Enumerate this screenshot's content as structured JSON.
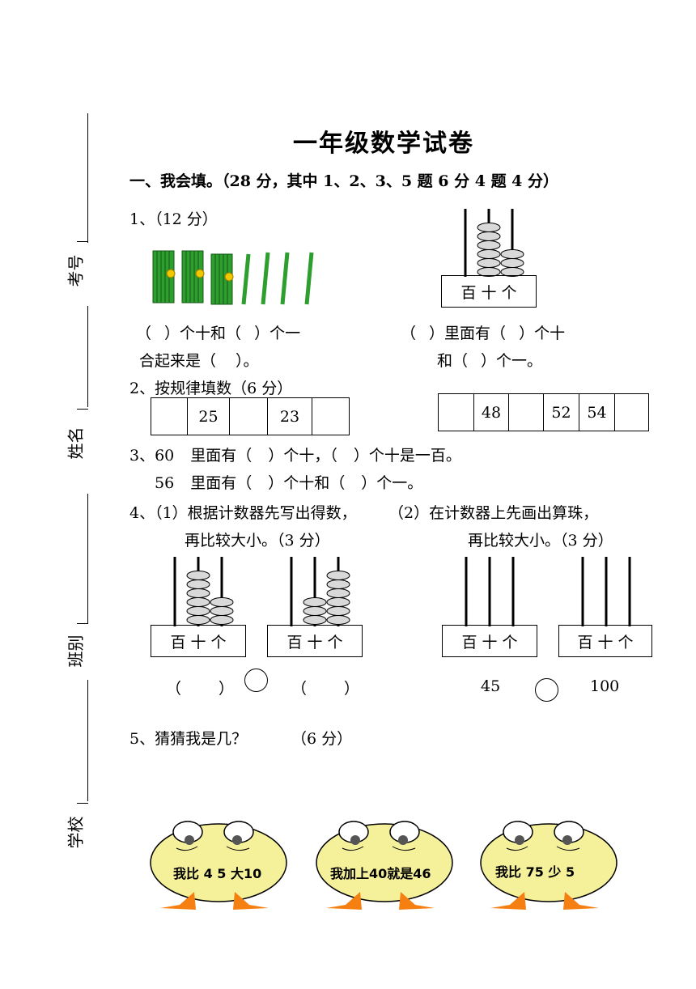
{
  "side": {
    "exam_no": "考号",
    "name": "姓名",
    "class": "班别",
    "school": "学校"
  },
  "title": "一年级数学试卷",
  "section1": {
    "heading": "一、我会填。（28 分，其中 1、2、3、5 题 6 分 4 题 4 分）"
  },
  "q1": {
    "label": "1、（12 分）",
    "left_line1": "（ ）个十和（ ）个一",
    "left_line2": "合起来是（ ）。",
    "right_line1": "（ ）里面有（ ）个十",
    "right_line2": "和（ ）个一。",
    "abacus_labels": "百 十 个",
    "abacus_beads": {
      "hundreds": 0,
      "tens": 6,
      "ones": 3
    }
  },
  "q2": {
    "label": "2、按规律填数（6 分）",
    "row1": [
      "",
      "25",
      "",
      "23",
      ""
    ],
    "row2": [
      "",
      "48",
      "",
      "52",
      "54",
      ""
    ]
  },
  "q3": {
    "line1": "3、60 里面有（ ）个十，（ ）个十是一百。",
    "line2": "56 里面有（ ）个十和（ ）个一。"
  },
  "q4": {
    "line1_left": "4、（1）根据计数器先写出得数，",
    "line2_left": "再比较大小。（3 分）",
    "line1_right": "（2）在计数器上先画出算珠，",
    "line2_right": "再比较大小。（3 分）",
    "abacus_labels": "百 十 个",
    "blank_paren": "（ ）",
    "compare_left": "45",
    "compare_right": "100",
    "abacus_a_beads": {
      "hundreds": 0,
      "tens": 6,
      "ones": 3
    },
    "abacus_b_beads": {
      "hundreds": 0,
      "tens": 3,
      "ones": 6
    }
  },
  "q5": {
    "label": "5、猜猜我是几？",
    "points": "（6 分）",
    "clue1": "我比 4 5 大10",
    "clue2": "我加上40就是46",
    "clue3": "我比 75 少 5"
  },
  "colors": {
    "stick_green": "#2e9e2e",
    "chick_body": "#f5f09a",
    "chick_feet": "#f57f10",
    "bead": "#d9d9d9"
  }
}
